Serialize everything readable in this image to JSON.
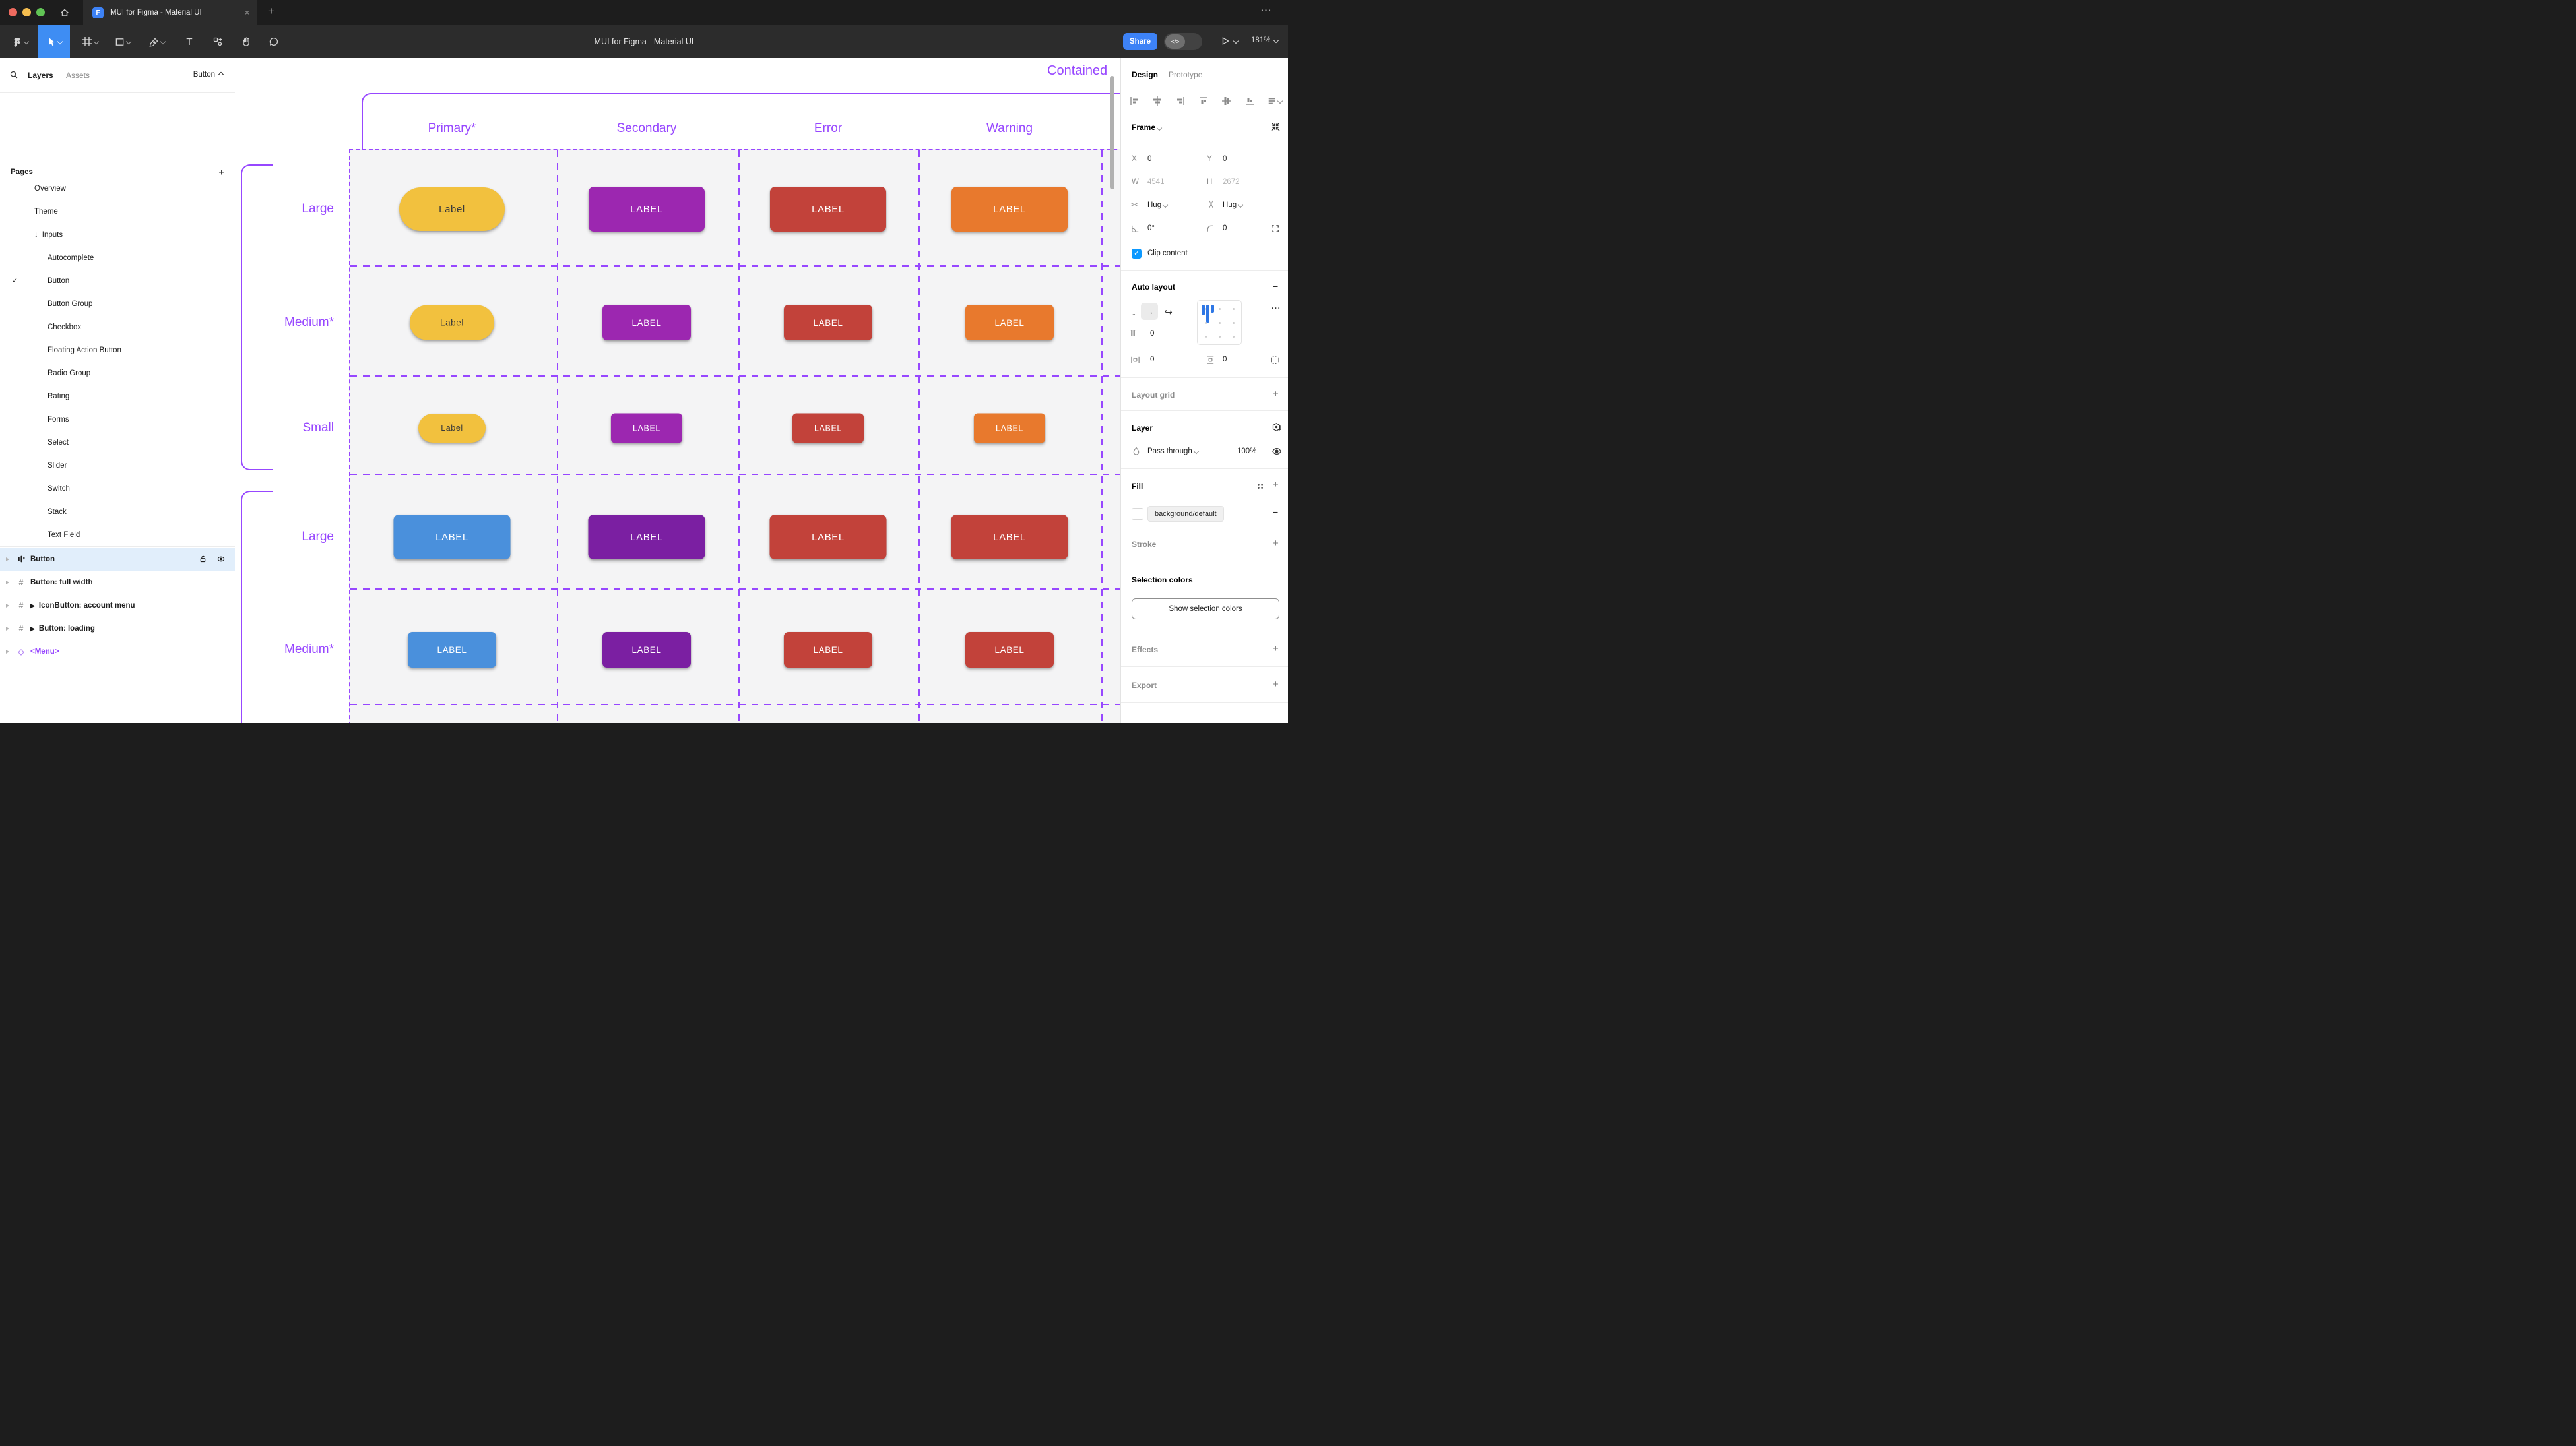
{
  "window": {
    "tab_title": "MUI for Figma - Material UI",
    "tab_close_icon": "×",
    "new_tab_icon": "+",
    "overflow_menu_icon": "⋯"
  },
  "toolbar": {
    "title": "MUI for Figma - Material UI",
    "share_label": "Share",
    "dev_toggle_icon": "</>",
    "zoom_level": "181%",
    "tools": [
      "main-menu",
      "move",
      "frame",
      "rectangle",
      "pen",
      "text",
      "resources",
      "hand",
      "comment"
    ]
  },
  "sidebar": {
    "tabs": {
      "layers": "Layers",
      "assets": "Assets"
    },
    "scope_label": "Button",
    "pages_header": "Pages",
    "pages": [
      {
        "label": "Overview",
        "level": 0
      },
      {
        "label": "Theme",
        "level": 0
      },
      {
        "label": "Inputs",
        "level": 0,
        "arrow": "↓"
      },
      {
        "label": "Autocomplete",
        "level": 1
      },
      {
        "label": "Button",
        "level": 1,
        "checked": "✓"
      },
      {
        "label": "Button Group",
        "level": 1
      },
      {
        "label": "Checkbox",
        "level": 1
      },
      {
        "label": "Floating Action Button",
        "level": 1
      },
      {
        "label": "Radio Group",
        "level": 1
      },
      {
        "label": "Rating",
        "level": 1
      },
      {
        "label": "Forms",
        "level": 1
      },
      {
        "label": "Select",
        "level": 1
      },
      {
        "label": "Slider",
        "level": 1
      },
      {
        "label": "Switch",
        "level": 1
      },
      {
        "label": "Stack",
        "level": 1
      },
      {
        "label": "Text Field",
        "level": 1
      }
    ],
    "layers": [
      {
        "label": "Button",
        "icon": "auto-layout",
        "selected": true
      },
      {
        "label": "Button: full width",
        "icon": "frame"
      },
      {
        "label": "IconButton: account menu",
        "icon": "frame",
        "instance": true
      },
      {
        "label": "Button: loading",
        "icon": "frame",
        "instance": true
      },
      {
        "label": "<Menu>",
        "icon": "component",
        "purple": true
      }
    ]
  },
  "canvas": {
    "section_label": "Contained",
    "column_headers": [
      "Primary*",
      "Secondary",
      "Error",
      "Warning"
    ],
    "row_groups": [
      {
        "rows": [
          {
            "label": "Large",
            "buttons": [
              {
                "text": "Label",
                "bg": "#F2C13E",
                "fg": "#3a3a3a",
                "pill": true
              },
              {
                "text": "LABEL",
                "bg": "#9C27B0",
                "fg": "#ffffff"
              },
              {
                "text": "LABEL",
                "bg": "#C2423A",
                "fg": "#ffffff"
              },
              {
                "text": "LABEL",
                "bg": "#E8792D",
                "fg": "#ffffff"
              }
            ]
          },
          {
            "label": "Medium*",
            "buttons": [
              {
                "text": "Label",
                "bg": "#F2C13E",
                "fg": "#3a3a3a",
                "pill": true
              },
              {
                "text": "LABEL",
                "bg": "#9C27B0",
                "fg": "#ffffff"
              },
              {
                "text": "LABEL",
                "bg": "#C2423A",
                "fg": "#ffffff"
              },
              {
                "text": "LABEL",
                "bg": "#E8792D",
                "fg": "#ffffff"
              }
            ]
          },
          {
            "label": "Small",
            "buttons": [
              {
                "text": "Label",
                "bg": "#F2C13E",
                "fg": "#3a3a3a",
                "pill": true
              },
              {
                "text": "LABEL",
                "bg": "#9C27B0",
                "fg": "#ffffff"
              },
              {
                "text": "LABEL",
                "bg": "#C2423A",
                "fg": "#ffffff"
              },
              {
                "text": "LABEL",
                "bg": "#E8792D",
                "fg": "#ffffff"
              }
            ]
          }
        ]
      },
      {
        "rows": [
          {
            "label": "Large",
            "buttons": [
              {
                "text": "LABEL",
                "bg": "#4A90DC",
                "fg": "#ffffff"
              },
              {
                "text": "LABEL",
                "bg": "#7B1FA2",
                "fg": "#ffffff"
              },
              {
                "text": "LABEL",
                "bg": "#C2423A",
                "fg": "#ffffff"
              },
              {
                "text": "LABEL",
                "bg": "#C2423A",
                "fg": "#ffffff"
              }
            ]
          },
          {
            "label": "Medium*",
            "buttons": [
              {
                "text": "LABEL",
                "bg": "#4A90DC",
                "fg": "#ffffff"
              },
              {
                "text": "LABEL",
                "bg": "#7B1FA2",
                "fg": "#ffffff"
              },
              {
                "text": "LABEL",
                "bg": "#C2423A",
                "fg": "#ffffff"
              },
              {
                "text": "LABEL",
                "bg": "#C2423A",
                "fg": "#ffffff"
              }
            ]
          }
        ]
      }
    ]
  },
  "panel": {
    "tabs": {
      "design": "Design",
      "prototype": "Prototype"
    },
    "frame": {
      "title": "Frame",
      "x_label": "X",
      "x": "0",
      "y_label": "Y",
      "y": "0",
      "w_label": "W",
      "w": "4541",
      "h_label": "H",
      "h": "2672",
      "hug_h": "Hug",
      "hug_v": "Hug",
      "rotation": "0°",
      "corner_radius": "0",
      "clip_label": "Clip content"
    },
    "auto_layout": {
      "title": "Auto layout",
      "gap": "0",
      "padding_h": "0",
      "padding_v": "0",
      "more_icon": "···"
    },
    "layout_grid_label": "Layout grid",
    "layer": {
      "title": "Layer",
      "blend_mode": "Pass through",
      "opacity": "100%"
    },
    "fill": {
      "title": "Fill",
      "token": "background/default"
    },
    "stroke_label": "Stroke",
    "selection_colors": {
      "title": "Selection colors",
      "button_label": "Show selection colors"
    },
    "effects_label": "Effects",
    "export_label": "Export"
  },
  "colors": {
    "figma_purple": "#9747FF",
    "accent_blue": "#3D82F6",
    "checkbox_blue": "#0D99FF",
    "frame_bg": "#F4F4F5",
    "selected_layer_row": "#E1EEFB"
  }
}
